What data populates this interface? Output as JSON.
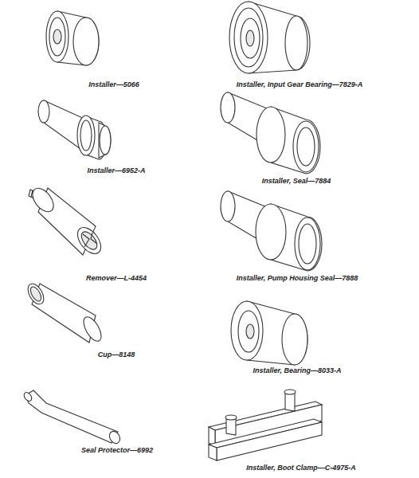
{
  "diagram": {
    "labels": [
      "Installer—5066",
      "Installer, Input Gear Bearing—7829-A",
      "Installer—6952-A",
      "Installer, Seal—7884",
      "Remover—L-4454",
      "Installer, Pump Housing Seal—7888",
      "Cup—8148",
      "Installer, Bearing—8033-A",
      "Seal Protector—6992",
      "Installer, Boot Clamp—C-4975-A"
    ]
  }
}
